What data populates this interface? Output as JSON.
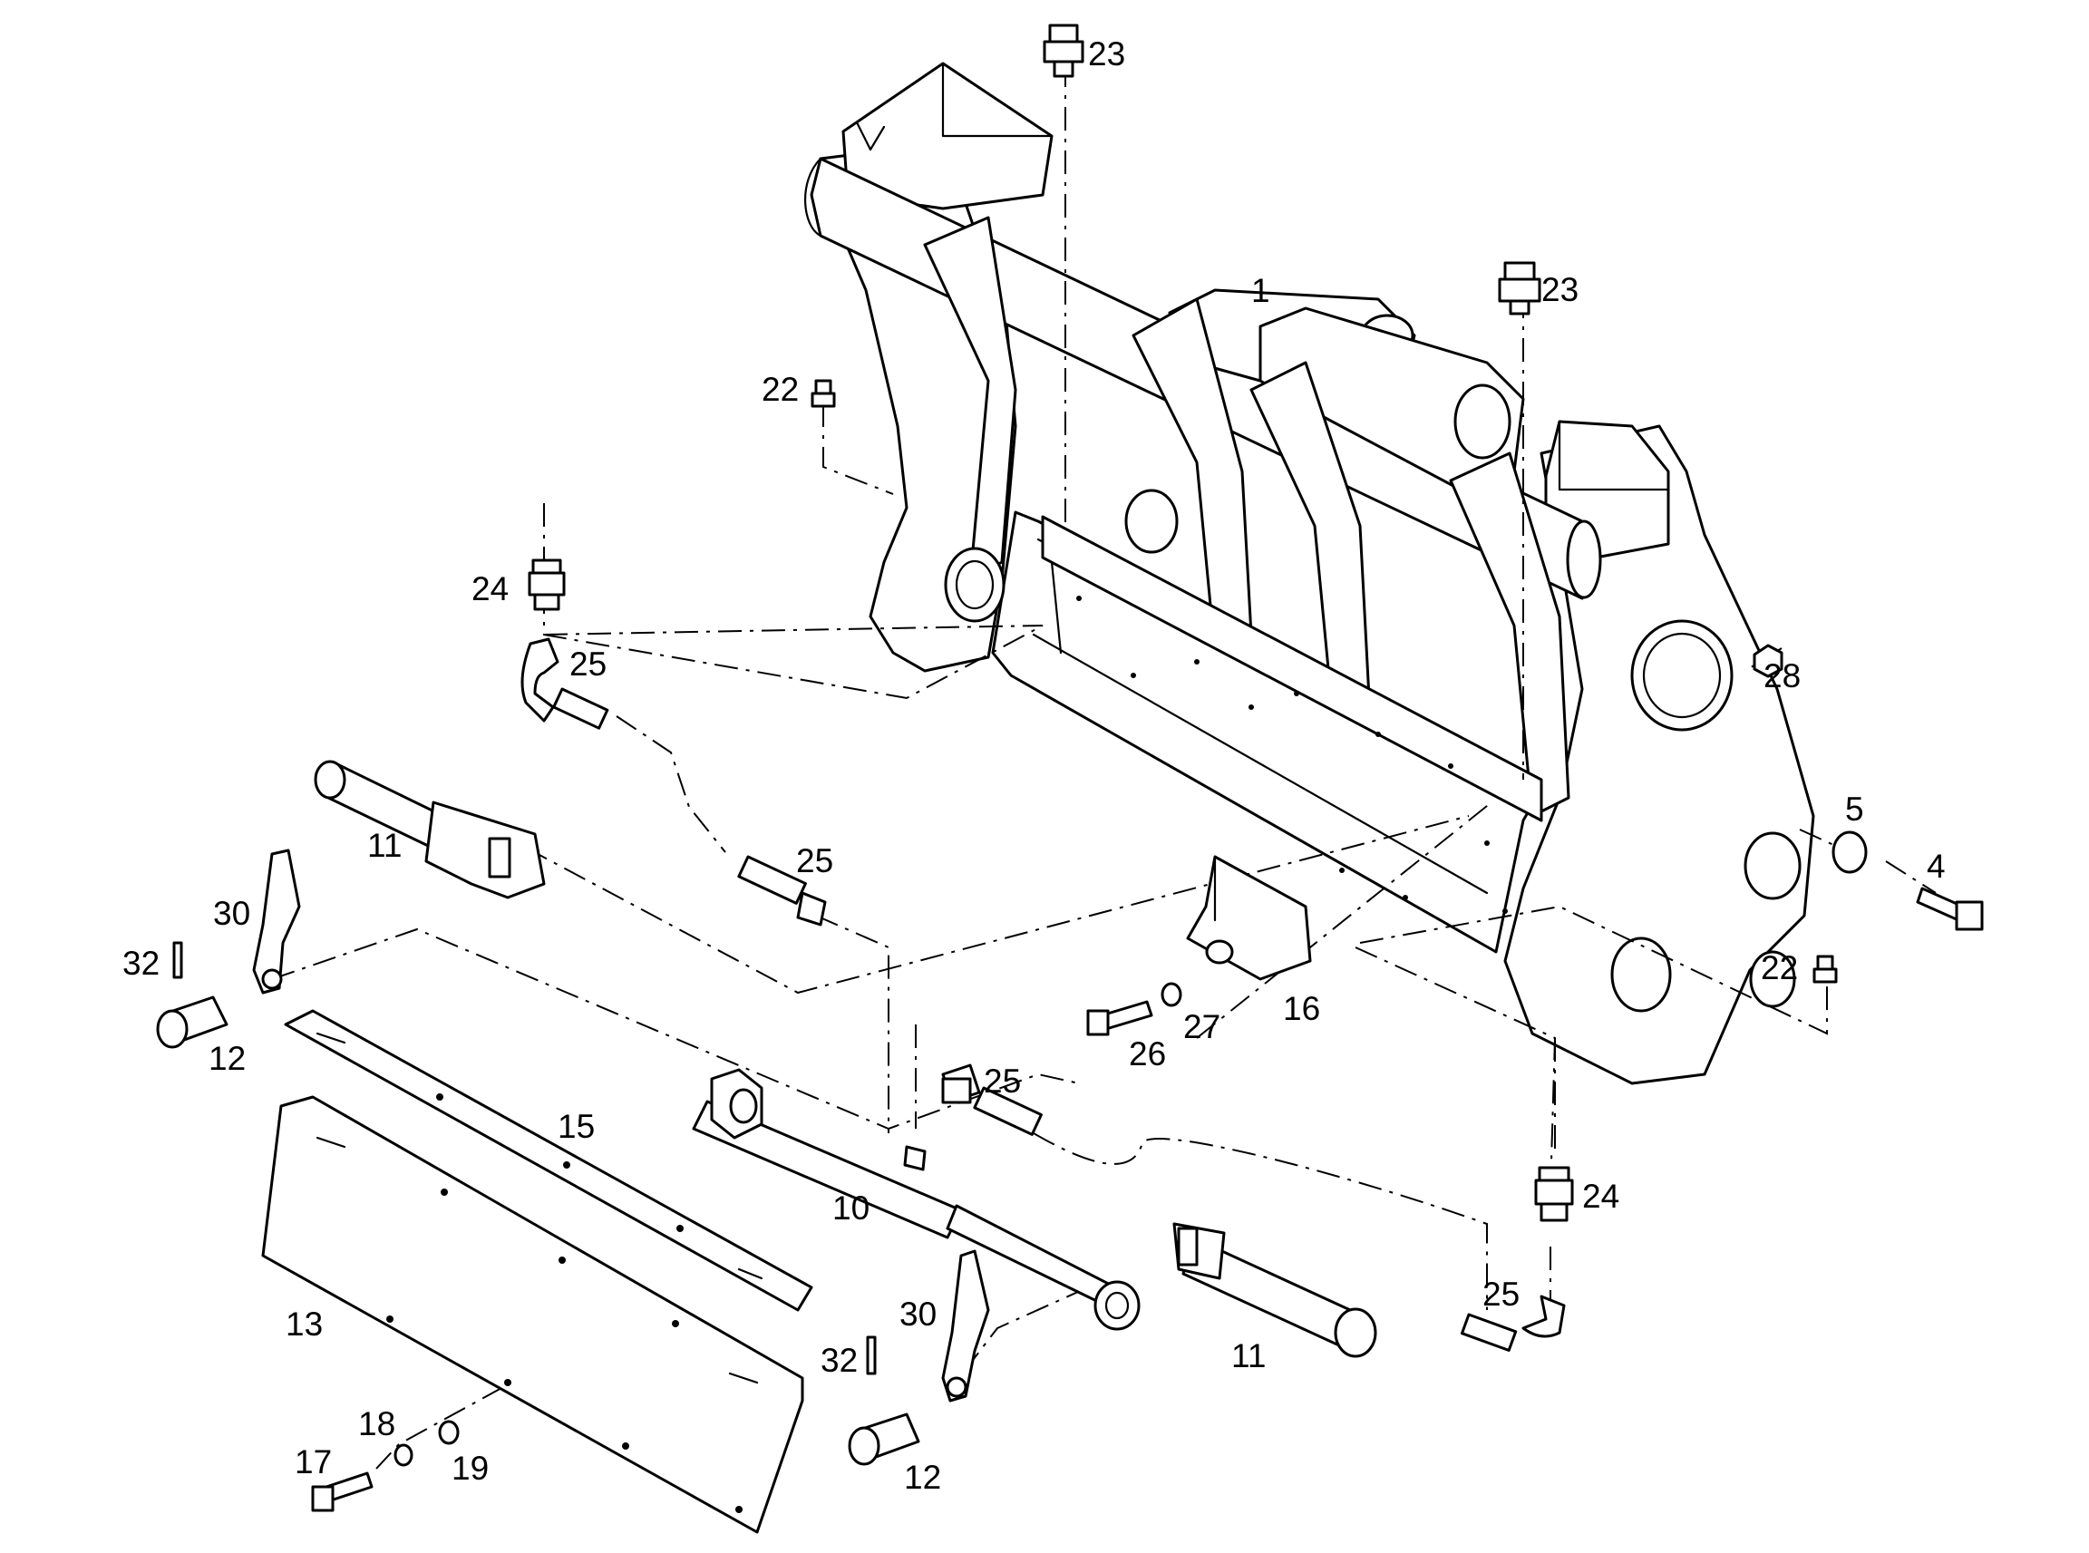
{
  "diagram": {
    "type": "exploded-parts-drawing",
    "callouts": [
      {
        "id": "c1",
        "label": "1"
      },
      {
        "id": "c23a",
        "label": "23"
      },
      {
        "id": "c23b",
        "label": "23"
      },
      {
        "id": "c22a",
        "label": "22"
      },
      {
        "id": "c22b",
        "label": "22"
      },
      {
        "id": "c24a",
        "label": "24"
      },
      {
        "id": "c24b",
        "label": "24"
      },
      {
        "id": "c25a",
        "label": "25"
      },
      {
        "id": "c25b",
        "label": "25"
      },
      {
        "id": "c25c",
        "label": "25"
      },
      {
        "id": "c25d",
        "label": "25"
      },
      {
        "id": "c28",
        "label": "28"
      },
      {
        "id": "c5",
        "label": "5"
      },
      {
        "id": "c4",
        "label": "4"
      },
      {
        "id": "c11a",
        "label": "11"
      },
      {
        "id": "c11b",
        "label": "11"
      },
      {
        "id": "c30a",
        "label": "30"
      },
      {
        "id": "c30b",
        "label": "30"
      },
      {
        "id": "c32a",
        "label": "32"
      },
      {
        "id": "c32b",
        "label": "32"
      },
      {
        "id": "c12a",
        "label": "12"
      },
      {
        "id": "c12b",
        "label": "12"
      },
      {
        "id": "c15",
        "label": "15"
      },
      {
        "id": "c10",
        "label": "10"
      },
      {
        "id": "c13",
        "label": "13"
      },
      {
        "id": "c16",
        "label": "16"
      },
      {
        "id": "c26",
        "label": "26"
      },
      {
        "id": "c27",
        "label": "27"
      },
      {
        "id": "c17",
        "label": "17"
      },
      {
        "id": "c18",
        "label": "18"
      },
      {
        "id": "c19",
        "label": "19"
      }
    ]
  }
}
